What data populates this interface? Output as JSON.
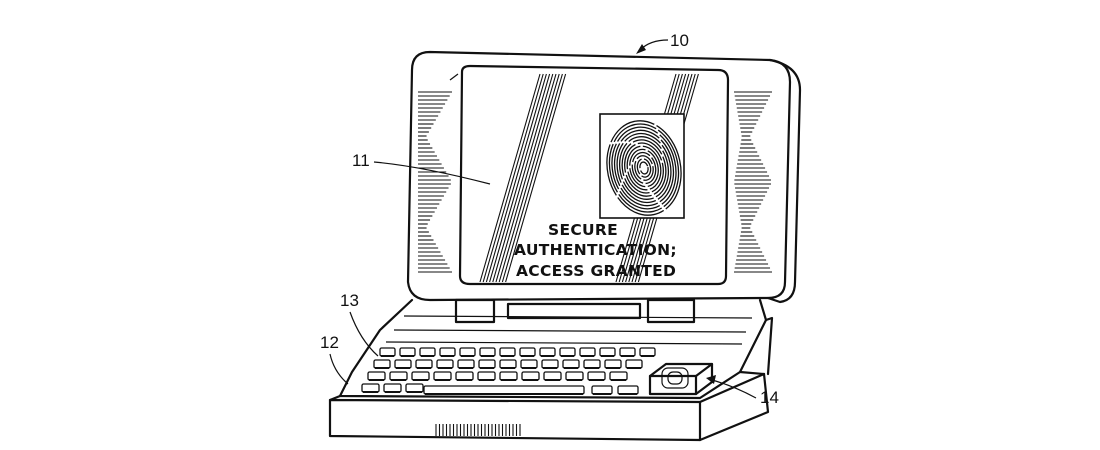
{
  "screen": {
    "message_line1": "SECURE",
    "message_line2": "AUTHENTICATION;",
    "message_line3": "ACCESS GRANTED",
    "fingerprint_icon": "fingerprint-icon"
  },
  "reference_numerals": {
    "computer": "10",
    "display": "11",
    "base": "12",
    "keyboard": "13",
    "fingerprint_sensor": "14"
  }
}
